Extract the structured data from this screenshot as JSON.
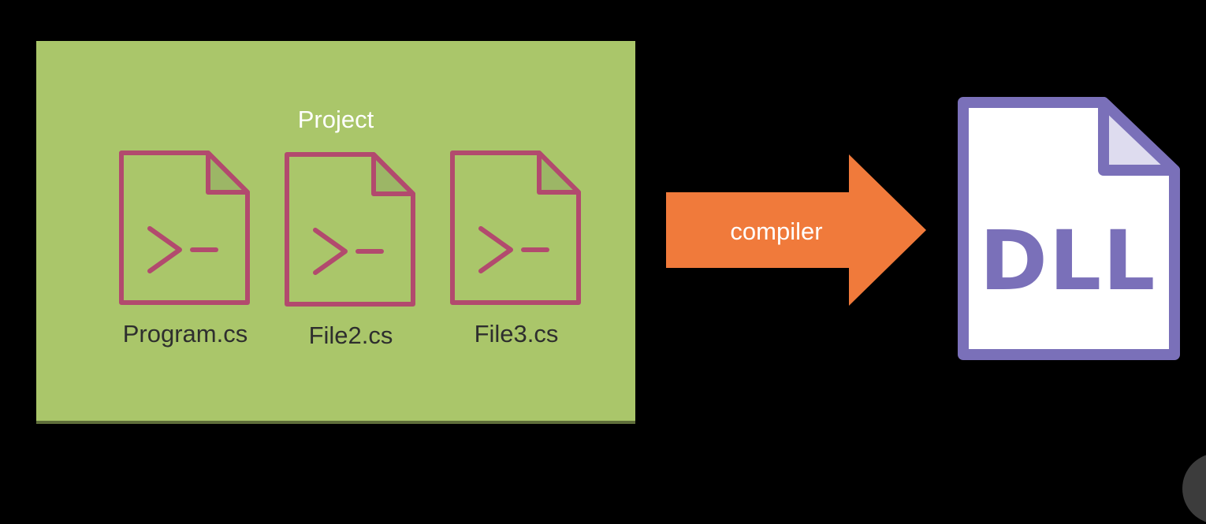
{
  "project": {
    "title": "Project",
    "files": [
      {
        "name": "Program.cs",
        "icon": "terminal-file-icon"
      },
      {
        "name": "File2.cs",
        "icon": "terminal-file-icon"
      },
      {
        "name": "File3.cs",
        "icon": "terminal-file-icon"
      }
    ]
  },
  "arrow": {
    "label": "compiler",
    "icon": "arrow-right-icon"
  },
  "output": {
    "label": "DLL",
    "icon": "document-icon"
  },
  "colors": {
    "background": "#000000",
    "project_fill": "#aac66a",
    "file_stroke": "#b24a6e",
    "arrow_fill": "#f07a3b",
    "dll_stroke": "#7a70b9"
  }
}
